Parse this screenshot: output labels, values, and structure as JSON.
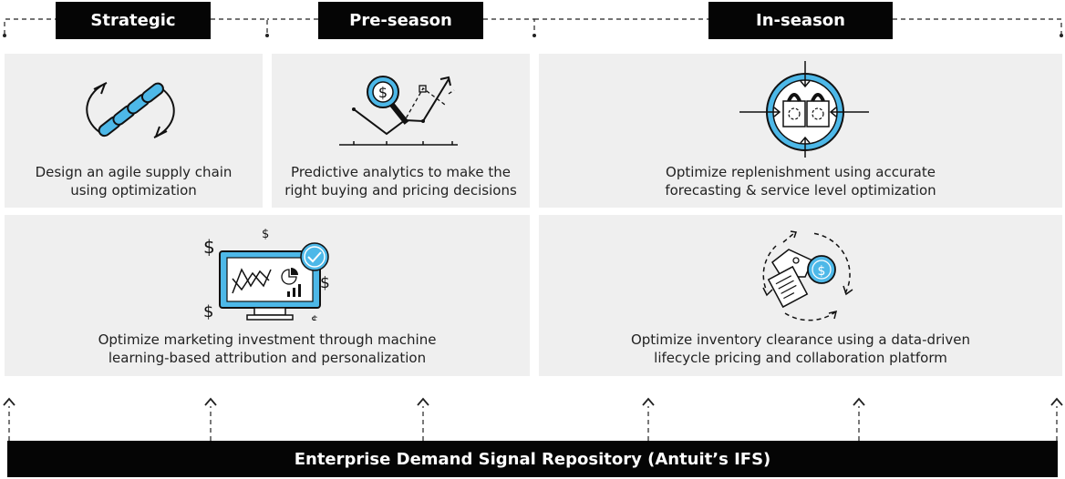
{
  "phases": [
    {
      "id": "strategic",
      "label": "Strategic"
    },
    {
      "id": "pre-season",
      "label": "Pre-season"
    },
    {
      "id": "in-season",
      "label": "In-season"
    }
  ],
  "cards": {
    "supply_chain": {
      "text": "Design an agile supply chain\nusing optimization",
      "icon": "chain-cycle-icon"
    },
    "predictive": {
      "text": "Predictive analytics to make the\nright buying and pricing decisions",
      "icon": "magnifier-trend-icon"
    },
    "replenishment": {
      "text": "Optimize replenishment using accurate\nforecasting & service level optimization",
      "icon": "shopping-bags-target-icon"
    },
    "marketing": {
      "text": "Optimize marketing investment through machine\nlearning-based attribution and personalization",
      "icon": "monitor-analytics-icon"
    },
    "clearance": {
      "text": "Optimize inventory clearance using a data-driven\nlifecycle pricing and collaboration platform",
      "icon": "price-tag-cycle-icon"
    }
  },
  "repository": {
    "label": "Enterprise Demand Signal Repository (Antuit’s IFS)"
  },
  "colors": {
    "accent": "#4db8e8",
    "dark": "#050505",
    "card": "#efefef"
  }
}
